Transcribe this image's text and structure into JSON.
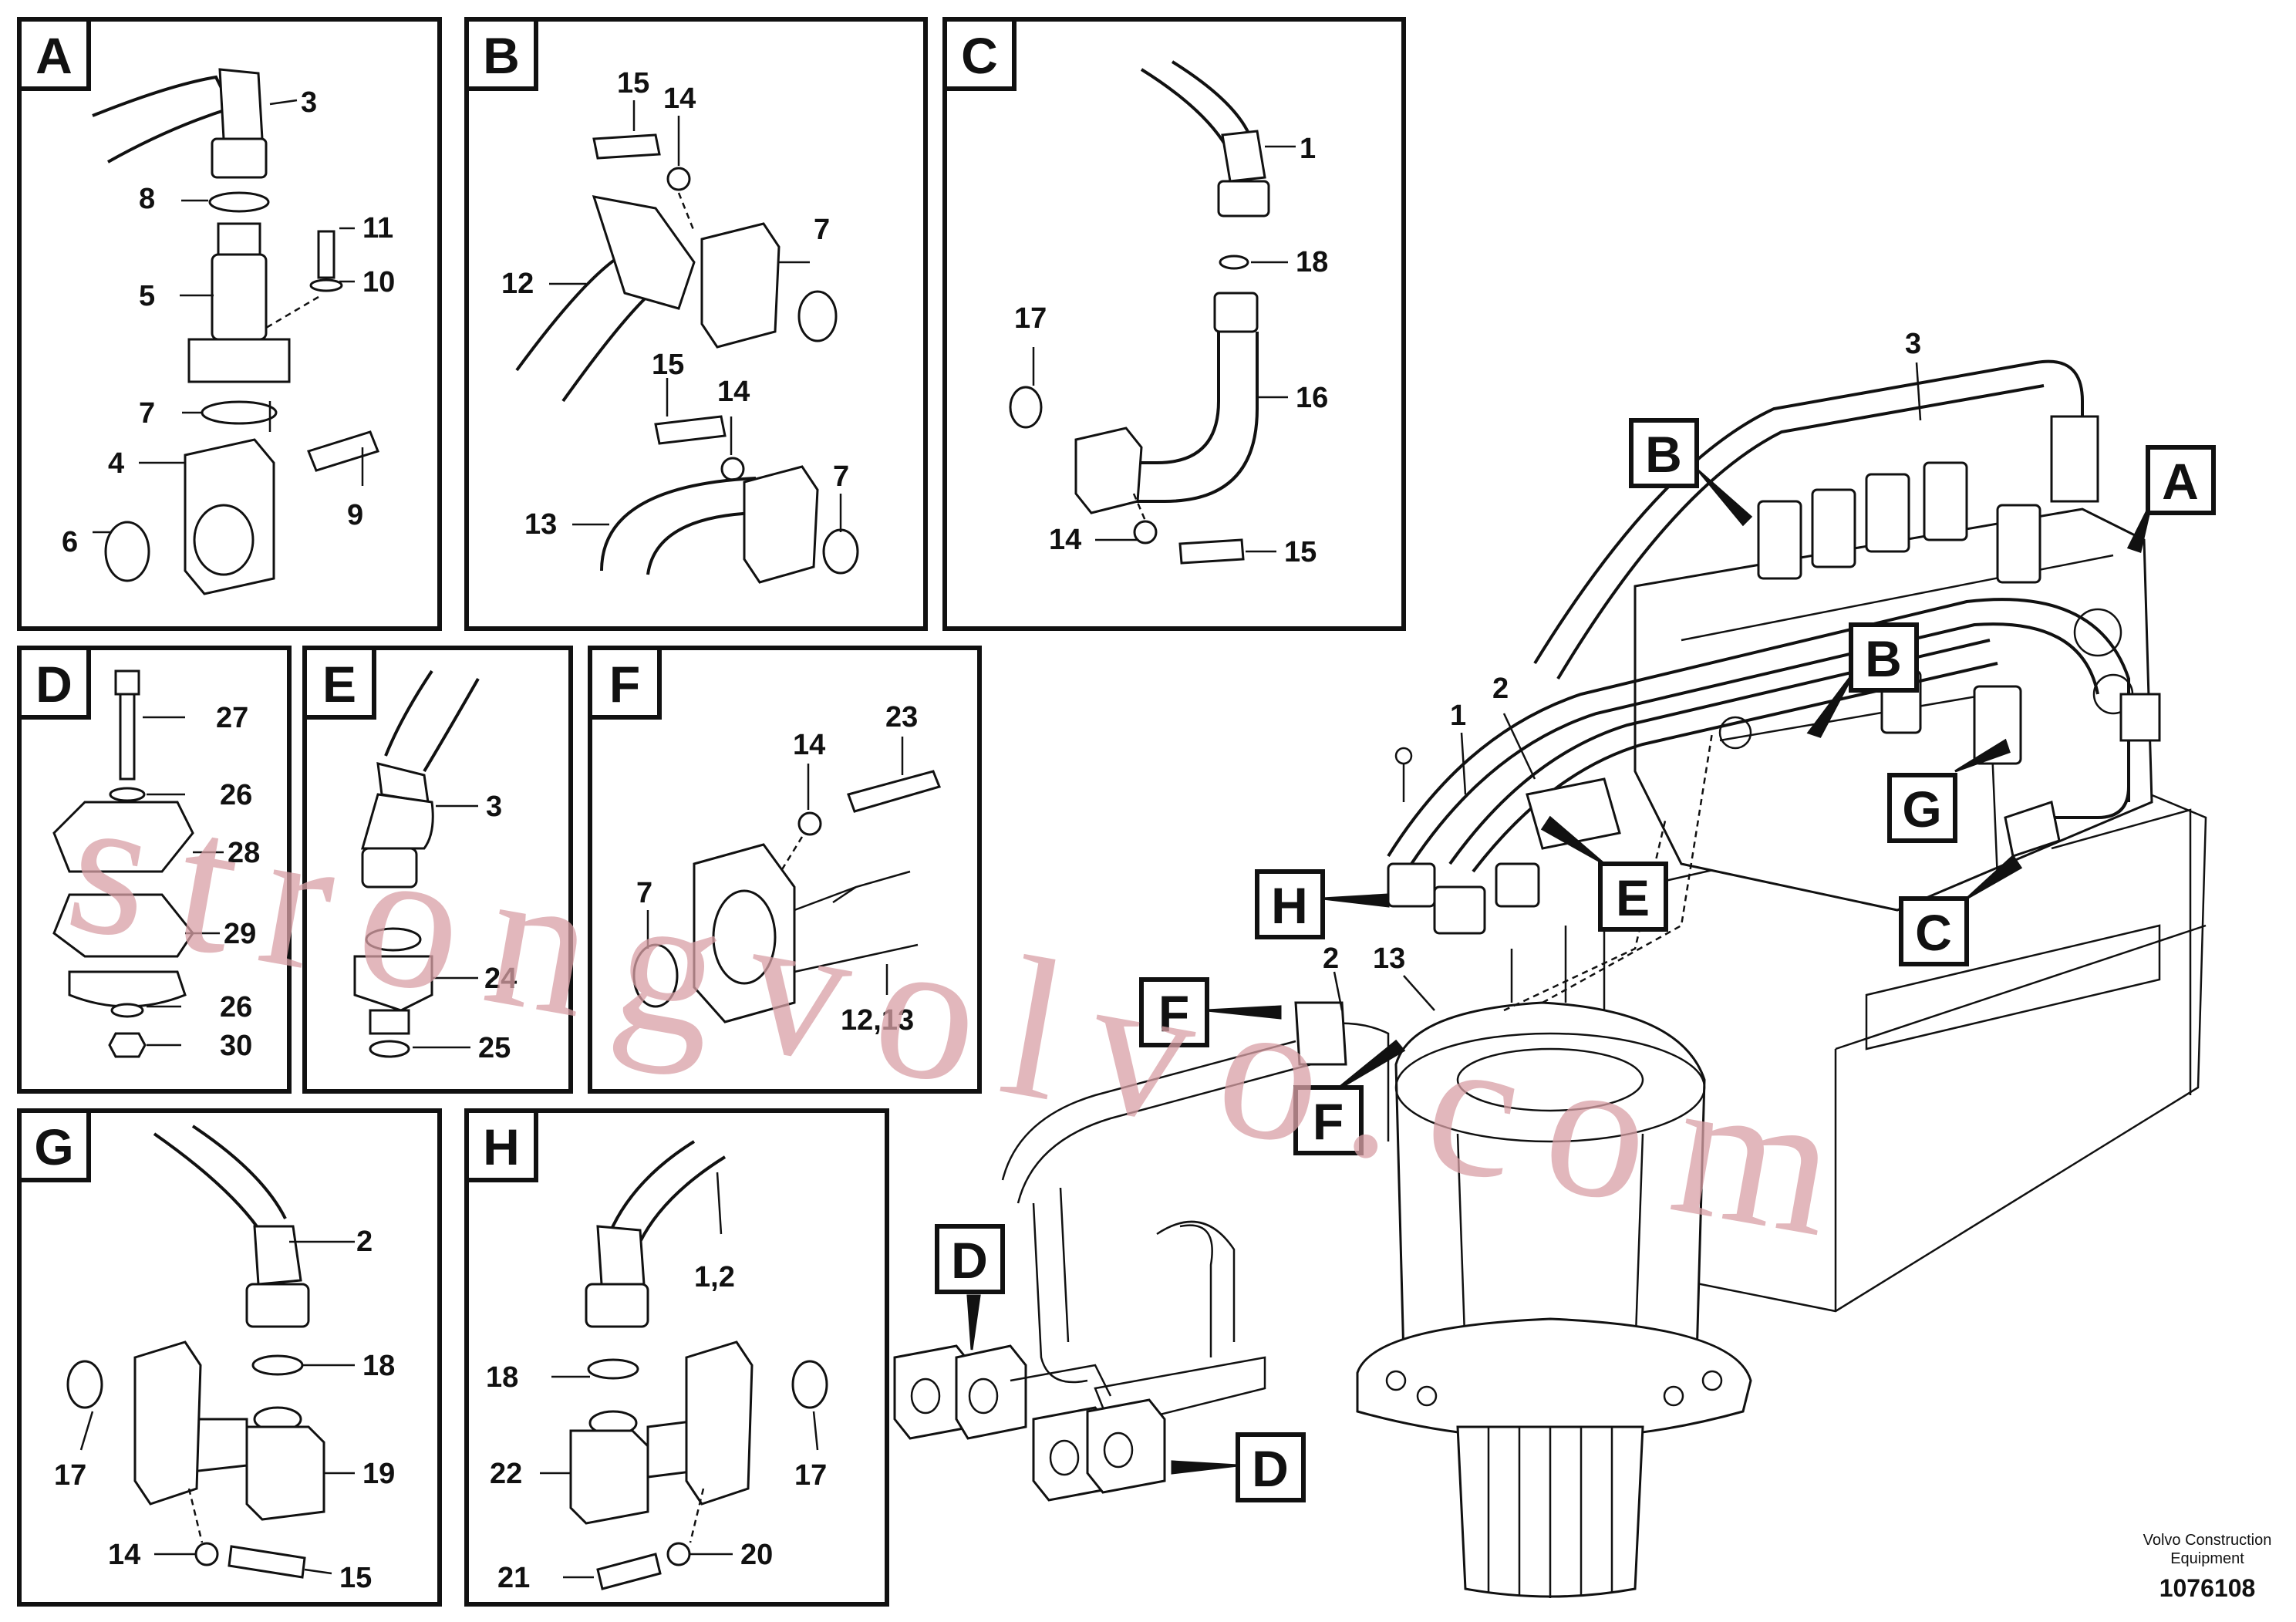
{
  "panels": [
    {
      "letter": "A",
      "callouts": [
        "3",
        "8",
        "11",
        "10",
        "5",
        "7",
        "9",
        "4",
        "6"
      ]
    },
    {
      "letter": "B",
      "callouts": [
        "15",
        "14",
        "7",
        "12",
        "15",
        "14",
        "7",
        "13"
      ]
    },
    {
      "letter": "C",
      "callouts": [
        "1",
        "18",
        "17",
        "16",
        "14",
        "15"
      ]
    },
    {
      "letter": "D",
      "callouts": [
        "27",
        "26",
        "28",
        "29",
        "26",
        "30"
      ]
    },
    {
      "letter": "E",
      "callouts": [
        "3",
        "24",
        "25"
      ]
    },
    {
      "letter": "F",
      "callouts": [
        "23",
        "14",
        "7",
        "12,13"
      ]
    },
    {
      "letter": "G",
      "callouts": [
        "2",
        "18",
        "19",
        "17",
        "14",
        "15"
      ]
    },
    {
      "letter": "H",
      "callouts": [
        "1,2",
        "18",
        "22",
        "17",
        "21",
        "20"
      ]
    }
  ],
  "main_view": {
    "tags": [
      "B",
      "A",
      "B",
      "G",
      "E",
      "C",
      "H",
      "F",
      "F",
      "D",
      "D"
    ],
    "callouts": [
      "3",
      "2",
      "1",
      "2",
      "13"
    ]
  },
  "watermark": "strongvolvo.com",
  "caption": {
    "line1": "Volvo Construction",
    "line2": "Equipment",
    "doc_number": "1076108"
  }
}
